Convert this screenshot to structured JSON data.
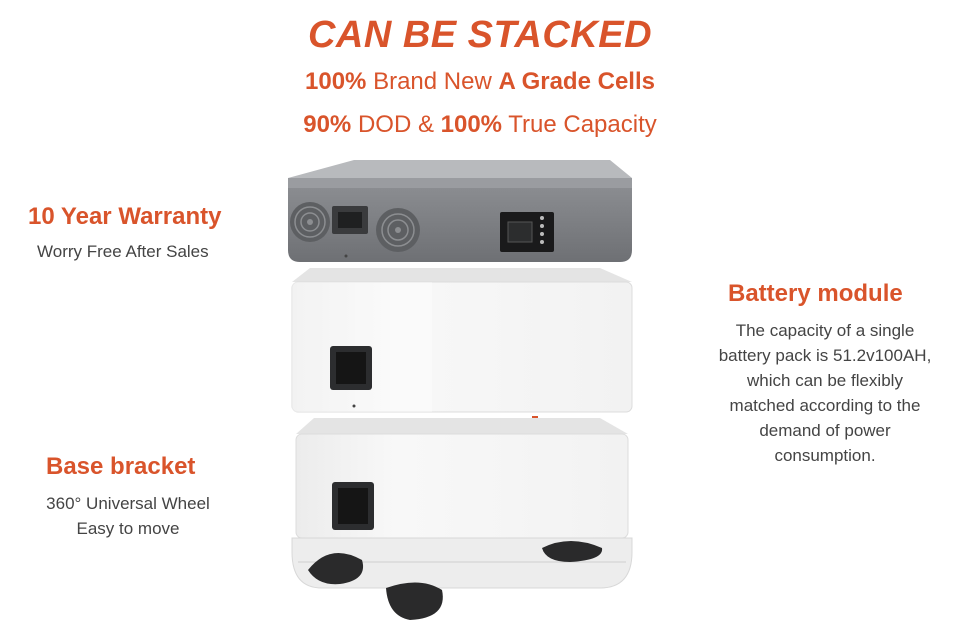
{
  "headline": "CAN BE STACKED",
  "subline1": {
    "b1": "100%",
    "t1": " Brand New ",
    "b2": "A Grade Cells"
  },
  "subline2": {
    "b1": "90%",
    "t1": " DOD & ",
    "b2": "100%",
    "t2": " True Capacity"
  },
  "features": {
    "warranty": {
      "title": "10 Year Warranty",
      "lines": [
        "Worry Free After Sales"
      ]
    },
    "battery": {
      "title": "Battery module",
      "lines": [
        "The capacity of a single",
        "battery pack is 51.2v100AH,",
        "which can be flexibly",
        "matched according to the",
        "demand of power",
        "consumption."
      ]
    },
    "base": {
      "title": "Base bracket",
      "lines": [
        "360° Universal Wheel",
        "Easy to move"
      ]
    }
  },
  "colors": {
    "accent": "#d9542b",
    "controller": "#7d7f83",
    "module": "#f4f4f4",
    "arrow": "#d9542b"
  },
  "icons": [
    "fan-icon",
    "handle-icon",
    "display-icon",
    "arrow-down-icon",
    "wheel-icon"
  ]
}
